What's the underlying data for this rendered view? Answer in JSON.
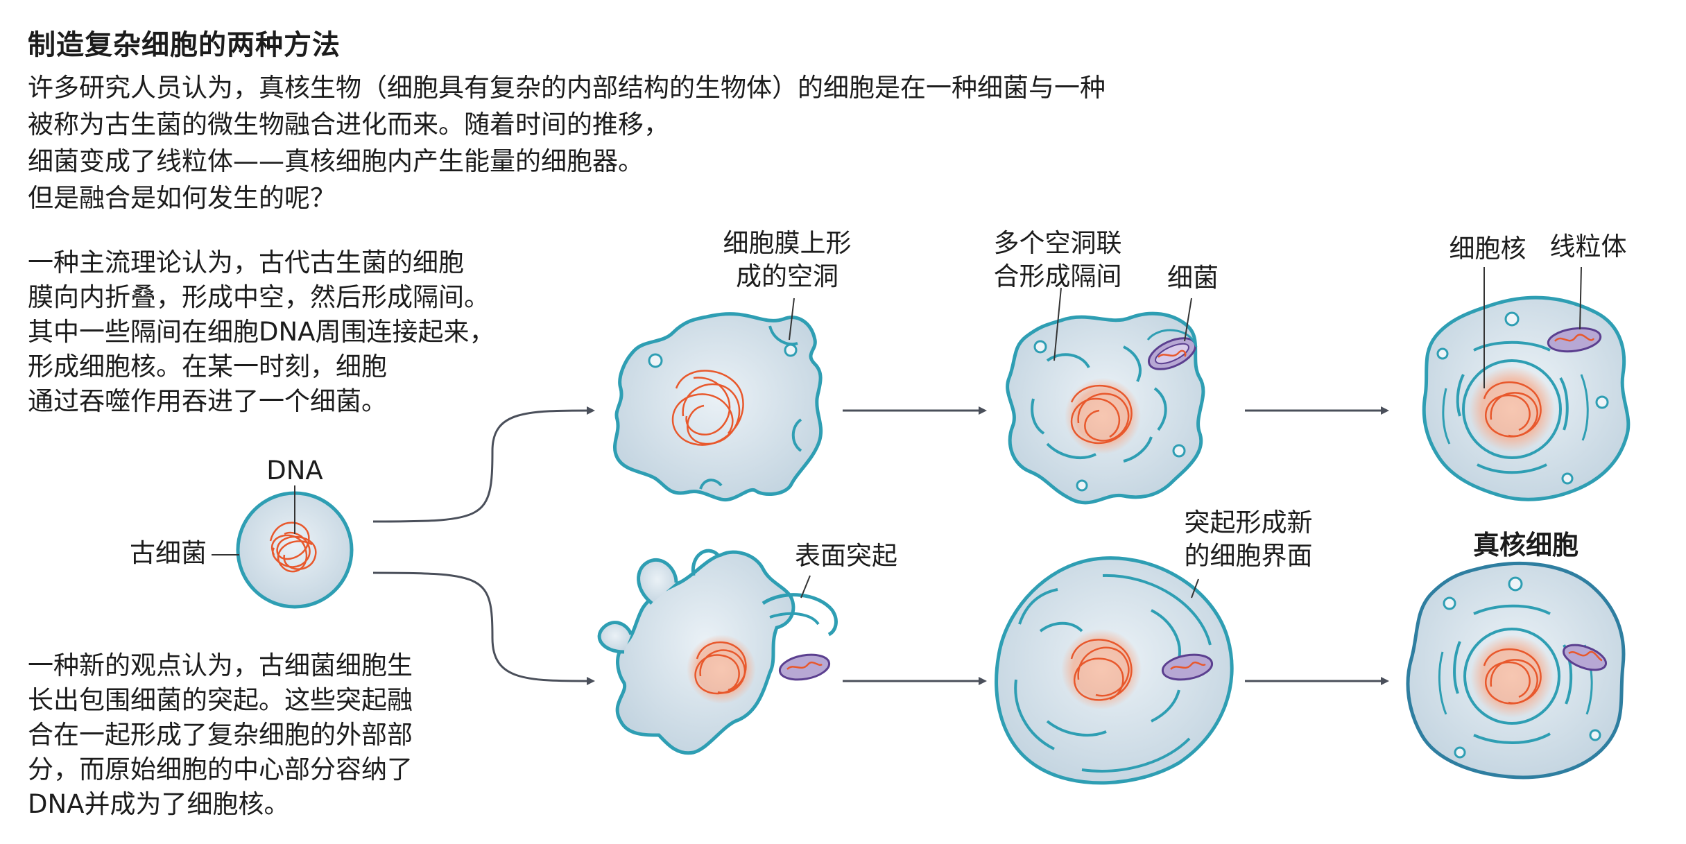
{
  "title": "制造复杂细胞的两种方法",
  "intro": [
    "许多研究人员认为，真核生物（细胞具有复杂的内部结构的生物体）的细胞是在一种细菌与一种",
    "被称为古生菌的微生物融合进化而来。随着时间的推移，",
    "细菌变成了线粒体——真核细胞内产生能量的细胞器。",
    "但是融合是如何发生的呢？"
  ],
  "theory_mainstream": [
    "一种主流理论认为，古代古生菌的细胞",
    "膜向内折叠，形成中空，然后形成隔间。",
    "其中一些隔间在细胞DNA周围连接起来，",
    "形成细胞核。在某一时刻，细胞",
    "通过吞噬作用吞进了一个细菌。"
  ],
  "theory_new": [
    "一种新的观点认为，古细菌细胞生",
    "长出包围细菌的突起。这些突起融",
    "合在一起形成了复杂细胞的外部部",
    "分，而原始细胞的中心部分容纳了",
    "DNA并成为了细胞核。"
  ],
  "labels": {
    "dna": "DNA",
    "archaea": "古细菌",
    "membrane_cavity": [
      "细胞膜上形",
      "成的空洞"
    ],
    "cavities_merge": [
      "多个空洞联",
      "合形成隔间"
    ],
    "bacterium": "细菌",
    "nucleus": "细胞核",
    "mitochondrion": "线粒体",
    "surface_protrusion": "表面突起",
    "protrusion_interface": [
      "突起形成新",
      "的细胞界面"
    ],
    "eukaryote": "真核细胞"
  },
  "colors": {
    "cell_fill": "#cfdde7",
    "cell_stroke": "#2e9eb3",
    "dna": "#e8582c",
    "dna_glow": "#f6b9a0",
    "mito_fill": "#b7a8d4",
    "mito_stroke": "#5b3f8f",
    "arrow": "#4a4f5a"
  }
}
